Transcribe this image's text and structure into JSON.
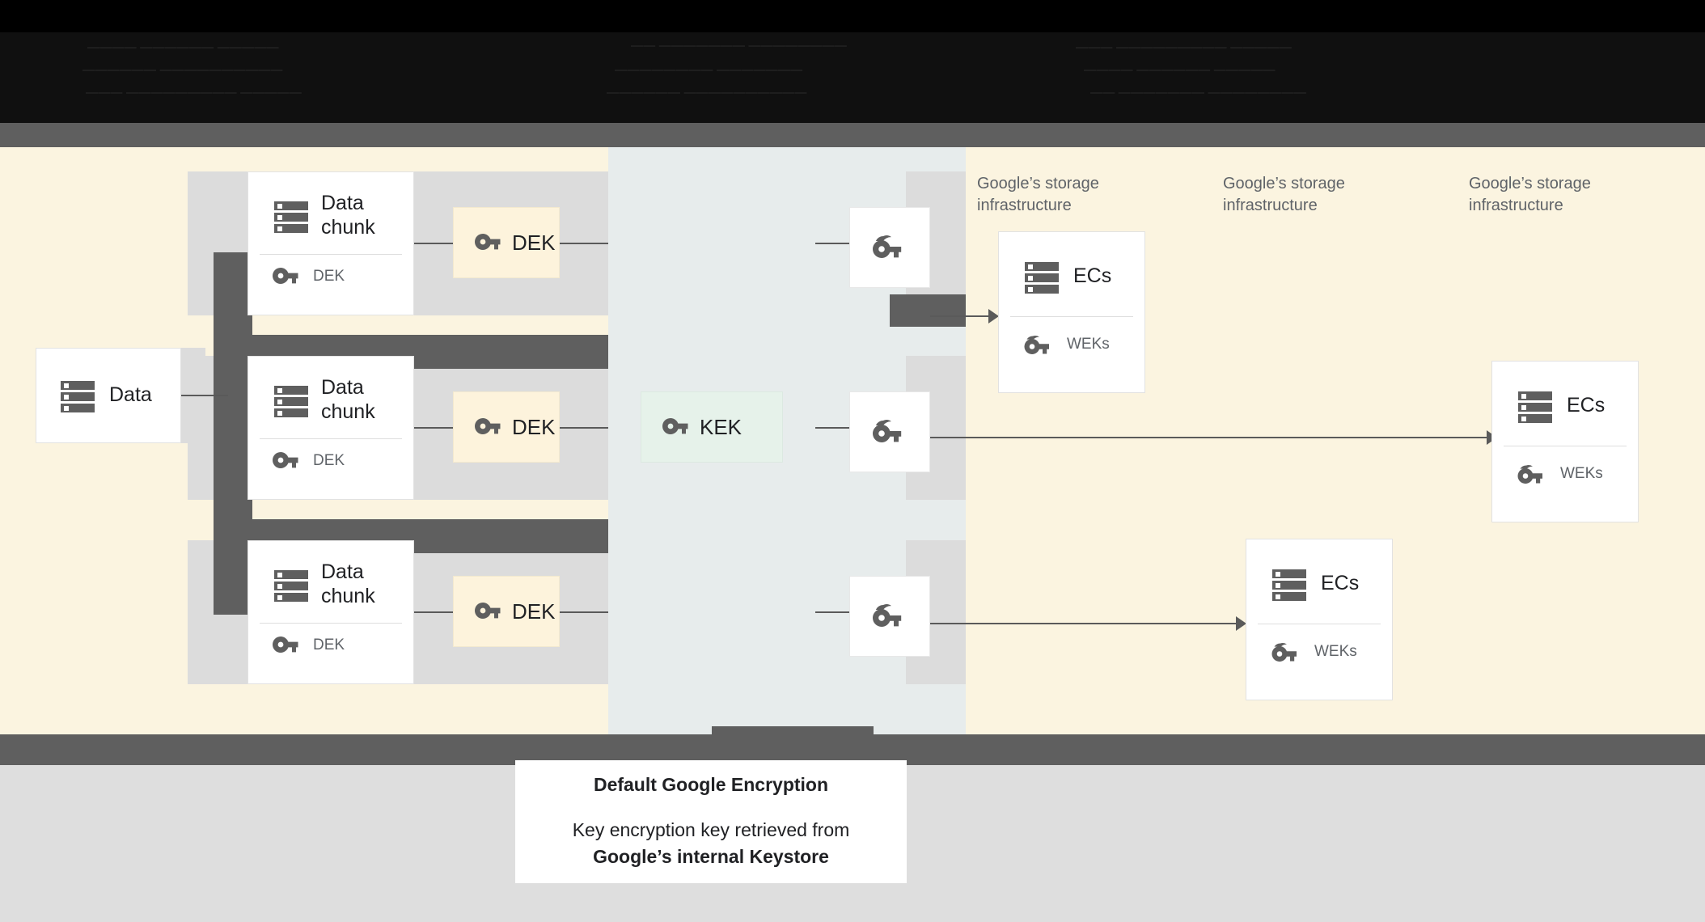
{
  "header": {
    "obscured_note": "unreadable dark header text",
    "lines": [
      "————   ——————    —————",
      "——  ———————  ————————",
      "———  —————————  —————",
      "——————  ——————————",
      "————————   ———————"
    ]
  },
  "diagram": {
    "data_box": {
      "label": "Data",
      "icon": "storage-icon"
    },
    "chunks": [
      {
        "title": "Data chunk",
        "key_label": "DEK",
        "icon": "storage-icon",
        "key_icon": "key-icon"
      },
      {
        "title": "Data chunk",
        "key_label": "DEK",
        "icon": "storage-icon",
        "key_icon": "key-icon"
      },
      {
        "title": "Data chunk",
        "key_label": "DEK",
        "icon": "storage-icon",
        "key_icon": "key-icon"
      }
    ],
    "dek_chips": [
      {
        "label": "DEK",
        "icon": "key-icon",
        "color": "#FDF3DC"
      },
      {
        "label": "DEK",
        "icon": "key-icon",
        "color": "#FDF3DC"
      },
      {
        "label": "DEK",
        "icon": "key-icon",
        "color": "#FDF3DC"
      }
    ],
    "kek_chip": {
      "label": "KEK",
      "icon": "key-icon",
      "color": "#E6F2EA"
    },
    "wrapped_keys": [
      {
        "icon": "double-key-icon"
      },
      {
        "icon": "double-key-icon"
      },
      {
        "icon": "double-key-icon"
      }
    ],
    "infra_labels": [
      "Google’s storage infrastructure",
      "Google’s storage infrastructure",
      "Google’s storage infrastructure"
    ],
    "ec_boxes": [
      {
        "title": "ECs",
        "key_label": "WEKs",
        "icon": "storage-icon",
        "key_icon": "key-icon"
      },
      {
        "title": "ECs",
        "key_label": "WEKs",
        "icon": "storage-icon",
        "key_icon": "key-icon"
      },
      {
        "title": "ECs",
        "key_label": "WEKs",
        "icon": "storage-icon",
        "key_icon": "key-icon"
      }
    ]
  },
  "caption": {
    "title": "Default Google Encryption",
    "body_line1": "Key encryption key retrieved from",
    "body_line2": "Google’s internal Keystore"
  },
  "colors": {
    "canvas_cream": "#FBF4E0",
    "band_keystore": "#E7ECEC",
    "band_grey": "#DCDCDC",
    "occluder_grey": "#5F5F5F",
    "dek": "#FDF3DC",
    "kek": "#E6F2EA",
    "bottom_grey": "#DEDEDE"
  }
}
